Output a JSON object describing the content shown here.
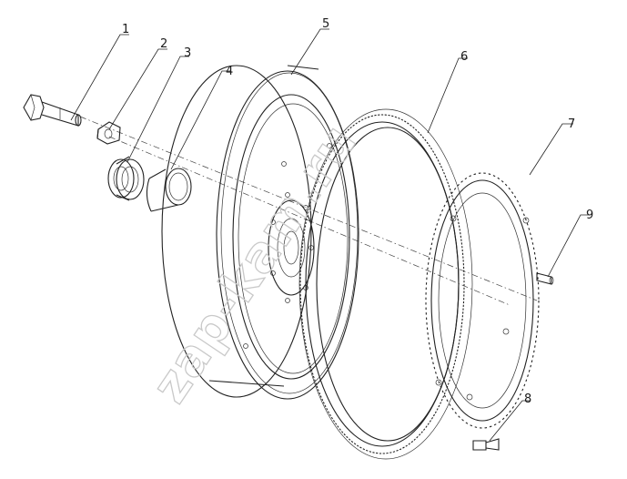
{
  "parts": [
    {
      "id": "bolt",
      "number": "1"
    },
    {
      "id": "lock-plate",
      "number": "2"
    },
    {
      "id": "bearing",
      "number": "3"
    },
    {
      "id": "bushing",
      "number": "4"
    },
    {
      "id": "flywheel",
      "number": "5"
    },
    {
      "id": "ring-gear",
      "number": "6"
    },
    {
      "id": "signal-disc",
      "number": "7"
    },
    {
      "id": "screw",
      "number": "8"
    },
    {
      "id": "dowel-pin",
      "number": "9"
    }
  ],
  "watermark": "zap-kam.ru",
  "colors": {
    "line": "#222222",
    "watermark": "#c9c9c9",
    "background": "#ffffff"
  }
}
